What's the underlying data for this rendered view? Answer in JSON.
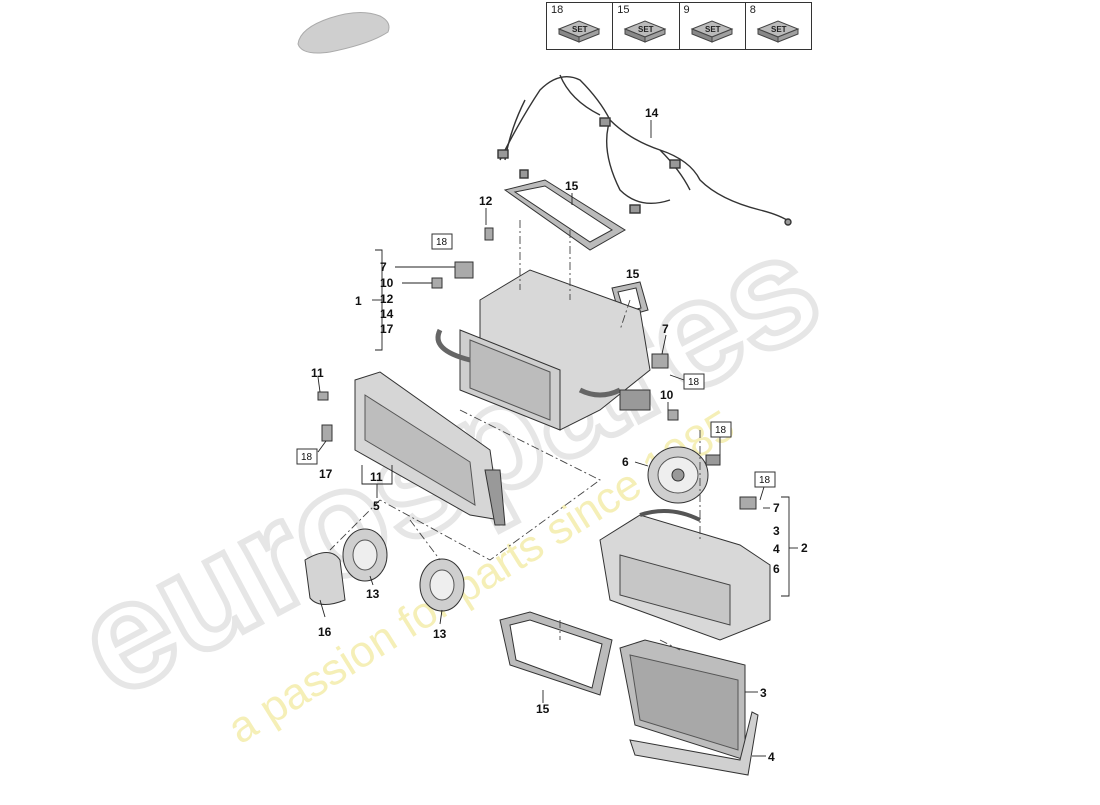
{
  "set_table": [
    {
      "qty": "18",
      "icon": "set-icon",
      "label": "SET"
    },
    {
      "qty": "15",
      "icon": "set-icon",
      "label": "SET"
    },
    {
      "qty": "9",
      "icon": "set-icon",
      "label": "SET"
    },
    {
      "qty": "8",
      "icon": "set-icon",
      "label": "SET"
    }
  ],
  "watermark": {
    "brand": "eurospares",
    "tagline": "a passion for parts since 1985"
  },
  "callouts": {
    "c14": "14",
    "c15a": "15",
    "c12": "12",
    "c18a": "18",
    "group1_ref": "1",
    "group1_items": [
      "7",
      "10",
      "12",
      "14",
      "17"
    ],
    "c15b": "15",
    "c7a": "7",
    "c18b": "18",
    "c10": "10",
    "c11a": "11",
    "c18c": "18",
    "c17": "17",
    "c11b": "11",
    "c5": "5",
    "c18d": "18",
    "c6": "6",
    "c18e": "18",
    "group2_ref": "2",
    "group2_items": [
      "7",
      "3",
      "4",
      "6"
    ],
    "c16": "16",
    "c13a": "13",
    "c13b": "13",
    "c15c": "15",
    "c3": "3",
    "c4": "4"
  },
  "colors": {
    "line": "#222222",
    "part_fill": "#d8d8d8",
    "part_dark": "#9a9a9a",
    "watermark_grey": "#e6e6e6",
    "watermark_yellow": "#f2eaa0"
  }
}
